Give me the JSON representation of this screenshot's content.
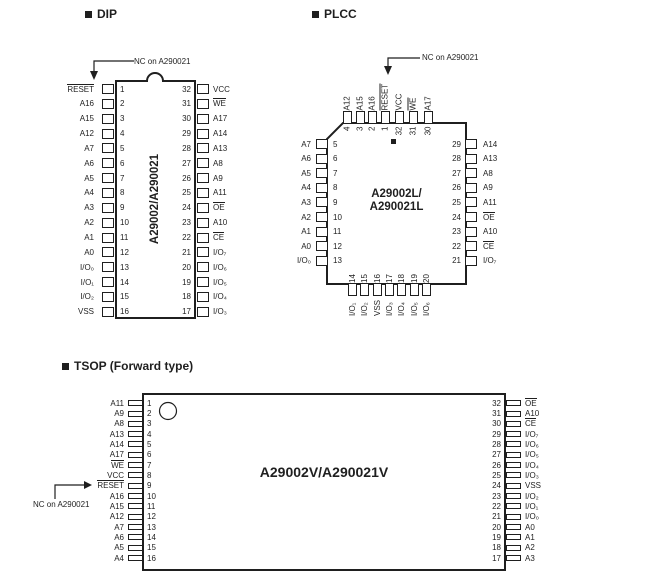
{
  "colors": {
    "background": "#ffffff",
    "ink": "#1f1f1f"
  },
  "sections": {
    "dip": {
      "title": "DIP",
      "note": "NC on A290021",
      "center_label": "A29002/A290021",
      "left_pins": [
        {
          "num": "1",
          "label": "RESET",
          "bar": true
        },
        {
          "num": "2",
          "label": "A16"
        },
        {
          "num": "3",
          "label": "A15"
        },
        {
          "num": "4",
          "label": "A12"
        },
        {
          "num": "5",
          "label": "A7"
        },
        {
          "num": "6",
          "label": "A6"
        },
        {
          "num": "7",
          "label": "A5"
        },
        {
          "num": "8",
          "label": "A4"
        },
        {
          "num": "9",
          "label": "A3"
        },
        {
          "num": "10",
          "label": "A2"
        },
        {
          "num": "11",
          "label": "A1"
        },
        {
          "num": "12",
          "label": "A0"
        },
        {
          "num": "13",
          "label": "I/O₀"
        },
        {
          "num": "14",
          "label": "I/O₁"
        },
        {
          "num": "15",
          "label": "I/O₂"
        },
        {
          "num": "16",
          "label": "VSS"
        }
      ],
      "right_pins": [
        {
          "num": "32",
          "label": "VCC"
        },
        {
          "num": "31",
          "label": "WE",
          "bar": true
        },
        {
          "num": "30",
          "label": "A17"
        },
        {
          "num": "29",
          "label": "A14"
        },
        {
          "num": "28",
          "label": "A13"
        },
        {
          "num": "27",
          "label": "A8"
        },
        {
          "num": "26",
          "label": "A9"
        },
        {
          "num": "25",
          "label": "A11"
        },
        {
          "num": "24",
          "label": "OE",
          "bar": true
        },
        {
          "num": "23",
          "label": "A10"
        },
        {
          "num": "22",
          "label": "CE",
          "bar": true
        },
        {
          "num": "21",
          "label": "I/O₇"
        },
        {
          "num": "20",
          "label": "I/O₆"
        },
        {
          "num": "19",
          "label": "I/O₅"
        },
        {
          "num": "18",
          "label": "I/O₄"
        },
        {
          "num": "17",
          "label": "I/O₃"
        }
      ]
    },
    "plcc": {
      "title": "PLCC",
      "note": "NC on A290021",
      "center_label_line1": "A29002L/",
      "center_label_line2": "A290021L",
      "top_pins": [
        {
          "num": "4",
          "label": "A12"
        },
        {
          "num": "3",
          "label": "A15"
        },
        {
          "num": "2",
          "label": "A16"
        },
        {
          "num": "1",
          "label": "RESET",
          "bar": true
        },
        {
          "num": "32",
          "label": "VCC"
        },
        {
          "num": "31",
          "label": "WE",
          "bar": true
        },
        {
          "num": "30",
          "label": "A17"
        }
      ],
      "left_pins": [
        {
          "num": "5",
          "label": "A7"
        },
        {
          "num": "6",
          "label": "A6"
        },
        {
          "num": "7",
          "label": "A5"
        },
        {
          "num": "8",
          "label": "A4"
        },
        {
          "num": "9",
          "label": "A3"
        },
        {
          "num": "10",
          "label": "A2"
        },
        {
          "num": "11",
          "label": "A1"
        },
        {
          "num": "12",
          "label": "A0"
        },
        {
          "num": "13",
          "label": "I/O₀"
        }
      ],
      "right_pins": [
        {
          "num": "29",
          "label": "A14"
        },
        {
          "num": "28",
          "label": "A13"
        },
        {
          "num": "27",
          "label": "A8"
        },
        {
          "num": "26",
          "label": "A9"
        },
        {
          "num": "25",
          "label": "A11"
        },
        {
          "num": "24",
          "label": "OE",
          "bar": true
        },
        {
          "num": "23",
          "label": "A10"
        },
        {
          "num": "22",
          "label": "CE",
          "bar": true
        },
        {
          "num": "21",
          "label": "I/O₇"
        }
      ],
      "bottom_pins": [
        {
          "num": "14",
          "label": "I/O₁"
        },
        {
          "num": "15",
          "label": "I/O₂"
        },
        {
          "num": "16",
          "label": "VSS"
        },
        {
          "num": "17",
          "label": "I/O₃"
        },
        {
          "num": "18",
          "label": "I/O₄"
        },
        {
          "num": "19",
          "label": "I/O₅"
        },
        {
          "num": "20",
          "label": "I/O₆"
        }
      ]
    },
    "tsop": {
      "title": "TSOP (Forward type)",
      "note": "NC on A290021",
      "center_label": "A29002V/A290021V",
      "left_pins": [
        {
          "num": "1",
          "label": "A11"
        },
        {
          "num": "2",
          "label": "A9"
        },
        {
          "num": "3",
          "label": "A8"
        },
        {
          "num": "4",
          "label": "A13"
        },
        {
          "num": "5",
          "label": "A14"
        },
        {
          "num": "6",
          "label": "A17"
        },
        {
          "num": "7",
          "label": "WE",
          "bar": true
        },
        {
          "num": "8",
          "label": "VCC"
        },
        {
          "num": "9",
          "label": "RESET",
          "bar": true
        },
        {
          "num": "10",
          "label": "A16"
        },
        {
          "num": "11",
          "label": "A15"
        },
        {
          "num": "12",
          "label": "A12"
        },
        {
          "num": "13",
          "label": "A7"
        },
        {
          "num": "14",
          "label": "A6"
        },
        {
          "num": "15",
          "label": "A5"
        },
        {
          "num": "16",
          "label": "A4"
        }
      ],
      "right_pins": [
        {
          "num": "32",
          "label": "OE",
          "bar": true
        },
        {
          "num": "31",
          "label": "A10"
        },
        {
          "num": "30",
          "label": "CE",
          "bar": true
        },
        {
          "num": "29",
          "label": "I/O₇"
        },
        {
          "num": "28",
          "label": "I/O₆"
        },
        {
          "num": "27",
          "label": "I/O₅"
        },
        {
          "num": "26",
          "label": "I/O₄"
        },
        {
          "num": "25",
          "label": "I/O₃"
        },
        {
          "num": "24",
          "label": "VSS"
        },
        {
          "num": "23",
          "label": "I/O₂"
        },
        {
          "num": "22",
          "label": "I/O₁"
        },
        {
          "num": "21",
          "label": "I/O₀"
        },
        {
          "num": "20",
          "label": "A0"
        },
        {
          "num": "19",
          "label": "A1"
        },
        {
          "num": "18",
          "label": "A2"
        },
        {
          "num": "17",
          "label": "A3"
        }
      ]
    }
  }
}
